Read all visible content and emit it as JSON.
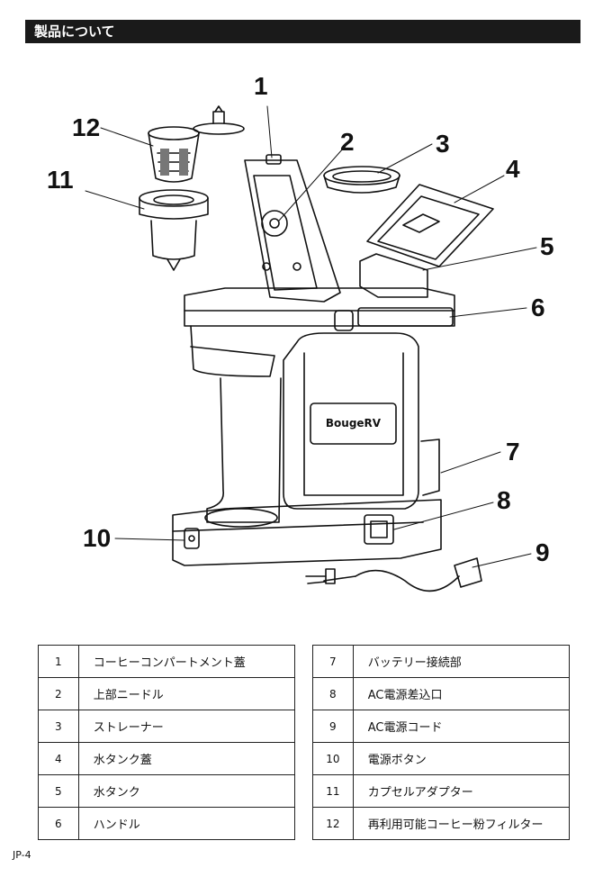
{
  "header": {
    "title": "製品について"
  },
  "diagram": {
    "brand_label": "BougeRV",
    "callouts": [
      "1",
      "2",
      "3",
      "4",
      "5",
      "6",
      "7",
      "8",
      "9",
      "10",
      "11",
      "12"
    ]
  },
  "parts_table": {
    "left": [
      {
        "num": "1",
        "name": "コーヒーコンパートメント蓋"
      },
      {
        "num": "2",
        "name": "上部ニードル"
      },
      {
        "num": "3",
        "name": "ストレーナー"
      },
      {
        "num": "4",
        "name": "水タンク蓋"
      },
      {
        "num": "5",
        "name": "水タンク"
      },
      {
        "num": "6",
        "name": "ハンドル"
      }
    ],
    "right": [
      {
        "num": "7",
        "name": "バッテリー接続部"
      },
      {
        "num": "8",
        "name": "AC電源差込口"
      },
      {
        "num": "9",
        "name": "AC電源コード"
      },
      {
        "num": "10",
        "name": "電源ボタン"
      },
      {
        "num": "11",
        "name": "カプセルアダプター"
      },
      {
        "num": "12",
        "name": "再利用可能コーヒー粉フィルター"
      }
    ]
  },
  "footer": {
    "page": "JP-4"
  }
}
